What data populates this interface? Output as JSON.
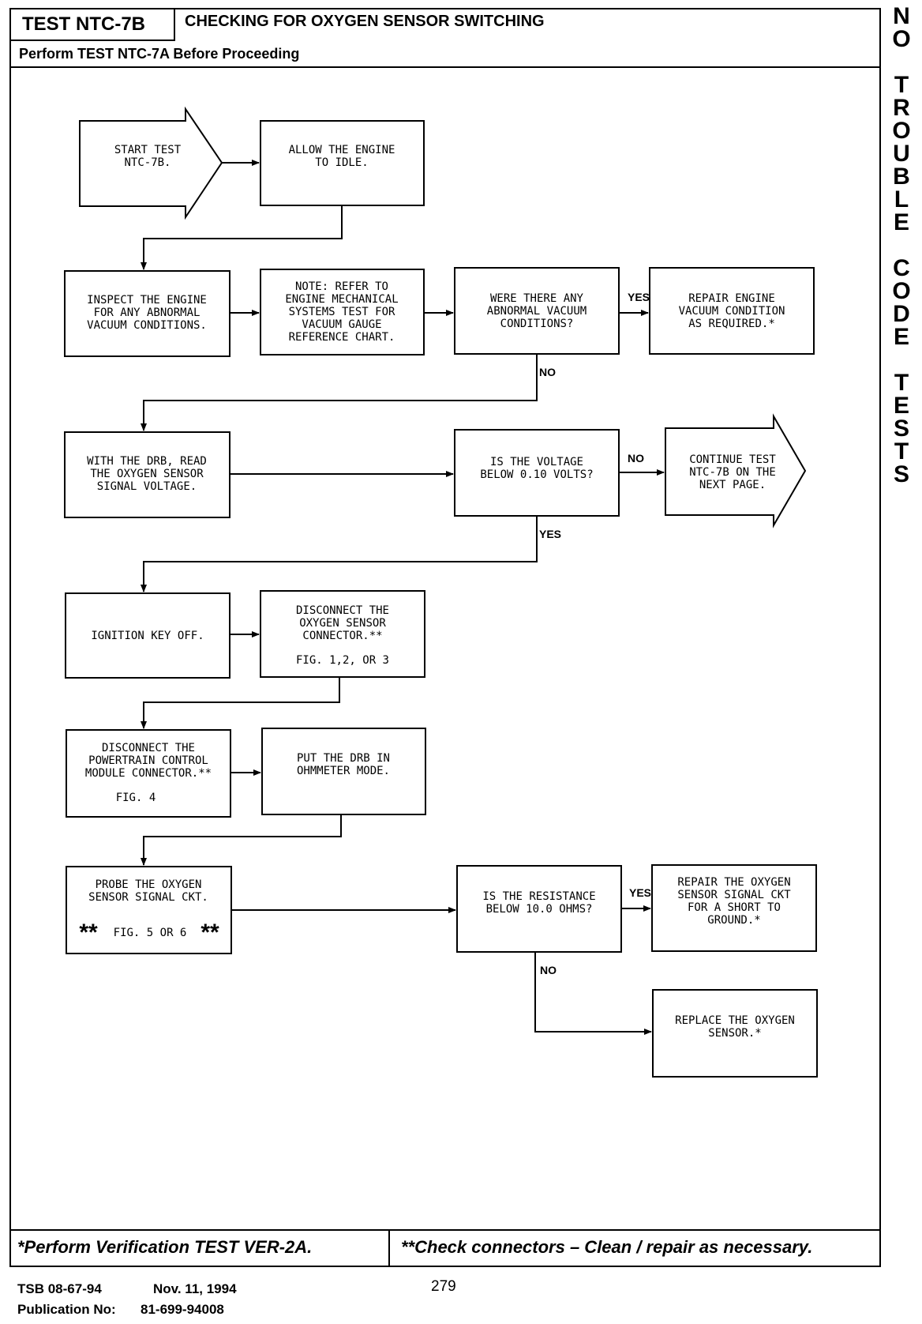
{
  "header": {
    "code": "TEST NTC-7B",
    "title": "CHECKING FOR OXYGEN SENSOR SWITCHING",
    "subtitle": "Perform TEST NTC-7A Before Proceeding"
  },
  "side_tab": [
    "N",
    "O",
    "",
    "T",
    "R",
    "O",
    "U",
    "B",
    "L",
    "E",
    "",
    "C",
    "O",
    "D",
    "E",
    "",
    "T",
    "E",
    "S",
    "T",
    "S"
  ],
  "boxes": {
    "start": [
      "START TEST",
      "NTC-7B."
    ],
    "idle": [
      "ALLOW THE ENGINE",
      "TO IDLE."
    ],
    "inspect": [
      "INSPECT THE ENGINE",
      "FOR ANY ABNORMAL",
      "VACUUM CONDITIONS."
    ],
    "note": [
      "NOTE: REFER TO",
      "ENGINE MECHANICAL",
      "SYSTEMS TEST FOR",
      "VACUUM GAUGE",
      "REFERENCE CHART."
    ],
    "q_vacuum": [
      "WERE THERE ANY",
      "ABNORMAL VACUUM",
      "CONDITIONS?"
    ],
    "repair_vacuum": [
      "REPAIR ENGINE",
      "VACUUM CONDITION",
      "AS REQUIRED.*"
    ],
    "read_voltage": [
      "WITH THE DRB, READ",
      "THE OXYGEN SENSOR",
      "SIGNAL VOLTAGE."
    ],
    "q_voltage": [
      "IS THE VOLTAGE",
      "BELOW 0.10 VOLTS?"
    ],
    "continue": [
      "CONTINUE TEST",
      "NTC-7B ON THE",
      "NEXT PAGE."
    ],
    "key_off": [
      "IGNITION KEY OFF."
    ],
    "disc_o2": [
      "DISCONNECT THE",
      "OXYGEN SENSOR",
      "CONNECTOR.**"
    ],
    "disc_o2_fig": "FIG. 1,2, OR 3",
    "disc_pcm": [
      "DISCONNECT THE",
      "POWERTRAIN CONTROL",
      "MODULE CONNECTOR.**"
    ],
    "disc_pcm_fig": "FIG. 4",
    "ohm": [
      "PUT THE DRB IN",
      "OHMMETER MODE."
    ],
    "probe": [
      "PROBE THE OXYGEN",
      "SENSOR SIGNAL CKT."
    ],
    "probe_fig": "FIG. 5 OR 6",
    "probe_stars": "**",
    "q_resist": [
      "IS THE RESISTANCE",
      "BELOW 10.0 OHMS?"
    ],
    "repair_short": [
      "REPAIR THE OXYGEN",
      "SENSOR SIGNAL CKT",
      "FOR A SHORT TO",
      "GROUND.*"
    ],
    "replace": [
      "REPLACE THE OXYGEN",
      "SENSOR.*"
    ]
  },
  "labels": {
    "yes": "YES",
    "no": "NO"
  },
  "footer": {
    "left": "*Perform Verification TEST VER-2A.",
    "right": "**Check connectors – Clean / repair as necessary."
  },
  "meta": {
    "tsb": "TSB 08-67-94",
    "date": "Nov. 11, 1994",
    "page": "279",
    "pub_label": "Publication No:",
    "pub_no": "81-699-94008"
  }
}
